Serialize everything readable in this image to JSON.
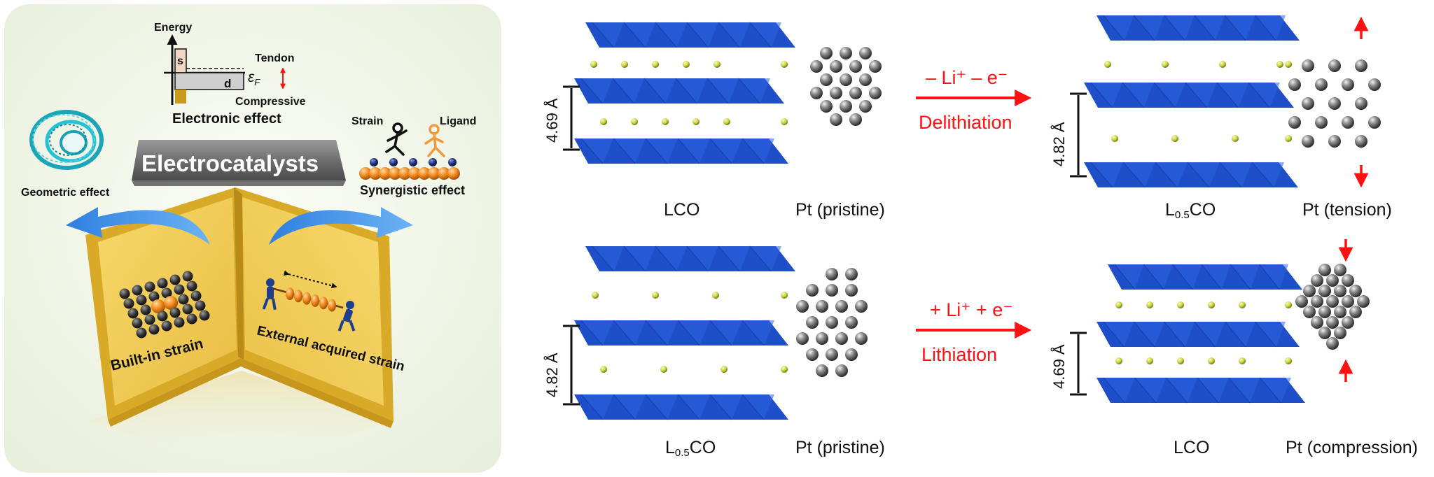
{
  "left_panel": {
    "energy_axis": "Energy",
    "s_band": "s",
    "d_band": "d",
    "fermi_symbol": "ε",
    "fermi_sub": "F",
    "tendon": "Tendon",
    "compressive": "Compressive",
    "electronic_effect": "Electronic effect",
    "strain": "Strain",
    "ligand": "Ligand",
    "geometric_effect": "Geometric effect",
    "synergistic_effect": "Synergistic effect",
    "banner": "Electrocatalysts",
    "built_in_strain": "Built-in strain",
    "external_strain": "External acquired strain"
  },
  "right_panel": {
    "spacing_pristine_lco": "4.69 Å",
    "spacing_tension": "4.82 Å",
    "spacing_pristine_l05co": "4.82 Å",
    "spacing_compression": "4.69 Å",
    "label_lco_top": "LCO",
    "label_pt_pristine_top": "Pt (pristine)",
    "label_l05co_top_main": "L",
    "label_l05co_top_sub": "0.5",
    "label_l05co_top_end": "CO",
    "label_pt_tension": "Pt (tension)",
    "label_l05co_bottom_main": "L",
    "label_l05co_bottom_sub": "0.5",
    "label_l05co_bottom_end": "CO",
    "label_pt_pristine_bottom": "Pt (pristine)",
    "label_lco_bottom": "LCO",
    "label_pt_compression": "Pt (compression)",
    "delith_reaction": "– Li⁺ – e⁻",
    "delith_label": "Delithiation",
    "lith_reaction": "+ Li⁺ + e⁻",
    "lith_label": "Lithiation"
  },
  "colors": {
    "panel_bg": "#eef3e6",
    "layer_blue": "#1f4fc8",
    "book_yellow": "#f2cb55",
    "arrow_red": "#ff1111",
    "arrow_blue": "#3d8ee6",
    "li_dot": "#c9d43a",
    "pt_atom": "#555555"
  }
}
